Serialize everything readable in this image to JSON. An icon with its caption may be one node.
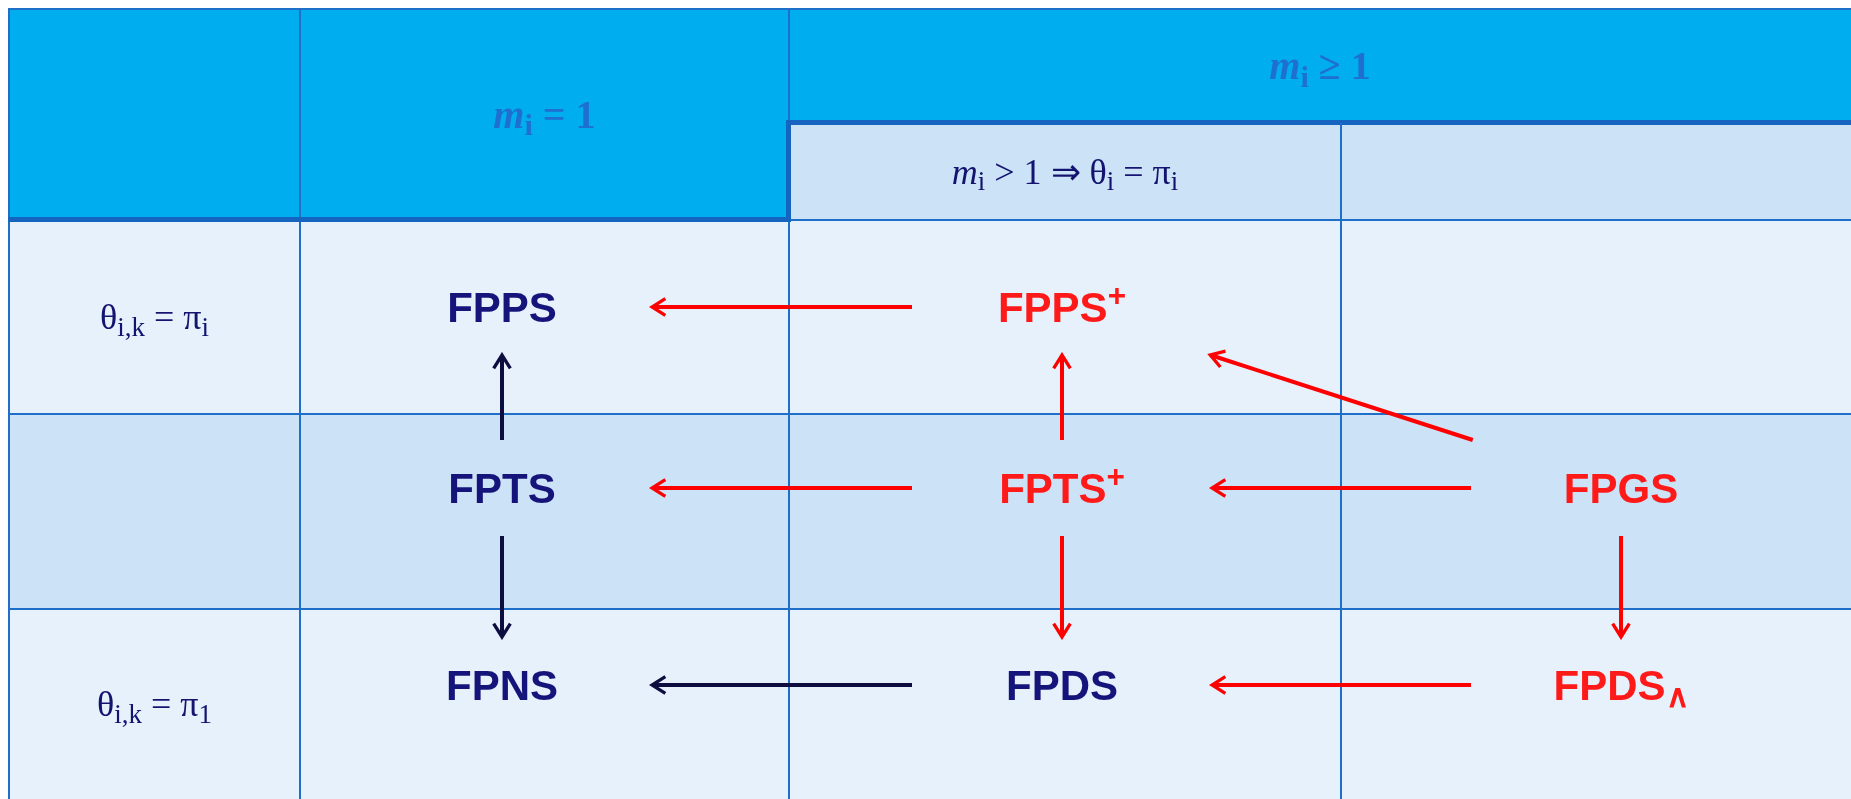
{
  "diagram": {
    "nodes": [
      {
        "text": [
          "FPPS"
        ]
      },
      {
        "text": [
          "FPPS$^{+}$"
        ]
      },
      {
        "text": [
          "FPTS"
        ]
      },
      {
        "text": [
          "FPTS$^{+}$"
        ]
      },
      {
        "text": [
          "FPGS"
        ]
      },
      {
        "text": [
          "FPNS"
        ]
      },
      {
        "text": [
          "FPDS"
        ]
      },
      {
        "text": [
          "FPDS$_{∧}$"
        ]
      }
    ],
    "edges": [
      {
        "from": 1,
        "to": 0,
        "arrow": "to"
      },
      {
        "from": 2,
        "to": 0,
        "arrow": "to",
        "color": "#0d0d40"
      },
      {
        "from": 3,
        "to": 1,
        "arrow": "to"
      },
      {
        "from": 4,
        "to": 1,
        "arrow": "to"
      },
      {
        "from": 3,
        "to": 2,
        "arrow": "to"
      },
      {
        "from": 4,
        "to": 3,
        "arrow": "to"
      },
      {
        "from": 2,
        "to": 5,
        "arrow": "to",
        "color": "#0d0d40"
      },
      {
        "from": 3,
        "to": 6,
        "arrow": "to"
      },
      {
        "from": 4,
        "to": 7,
        "arrow": "to"
      },
      {
        "from": 6,
        "to": 5,
        "arrow": "to",
        "color": "#0d0d40"
      },
      {
        "from": 7,
        "to": 6,
        "arrow": "to"
      }
    ],
    "labels": [
      "*m*$_{i}$ = 1",
      "*m*$_{i}$ ≥ 1",
      "*m*$_{i}$ > 1 ⇒ θ$_{i}$ = π$_{i}$",
      "θ$_{i,k}$ = π$_{i}$",
      "θ$_{i,k}$ = π$_{1}$"
    ]
  }
}
